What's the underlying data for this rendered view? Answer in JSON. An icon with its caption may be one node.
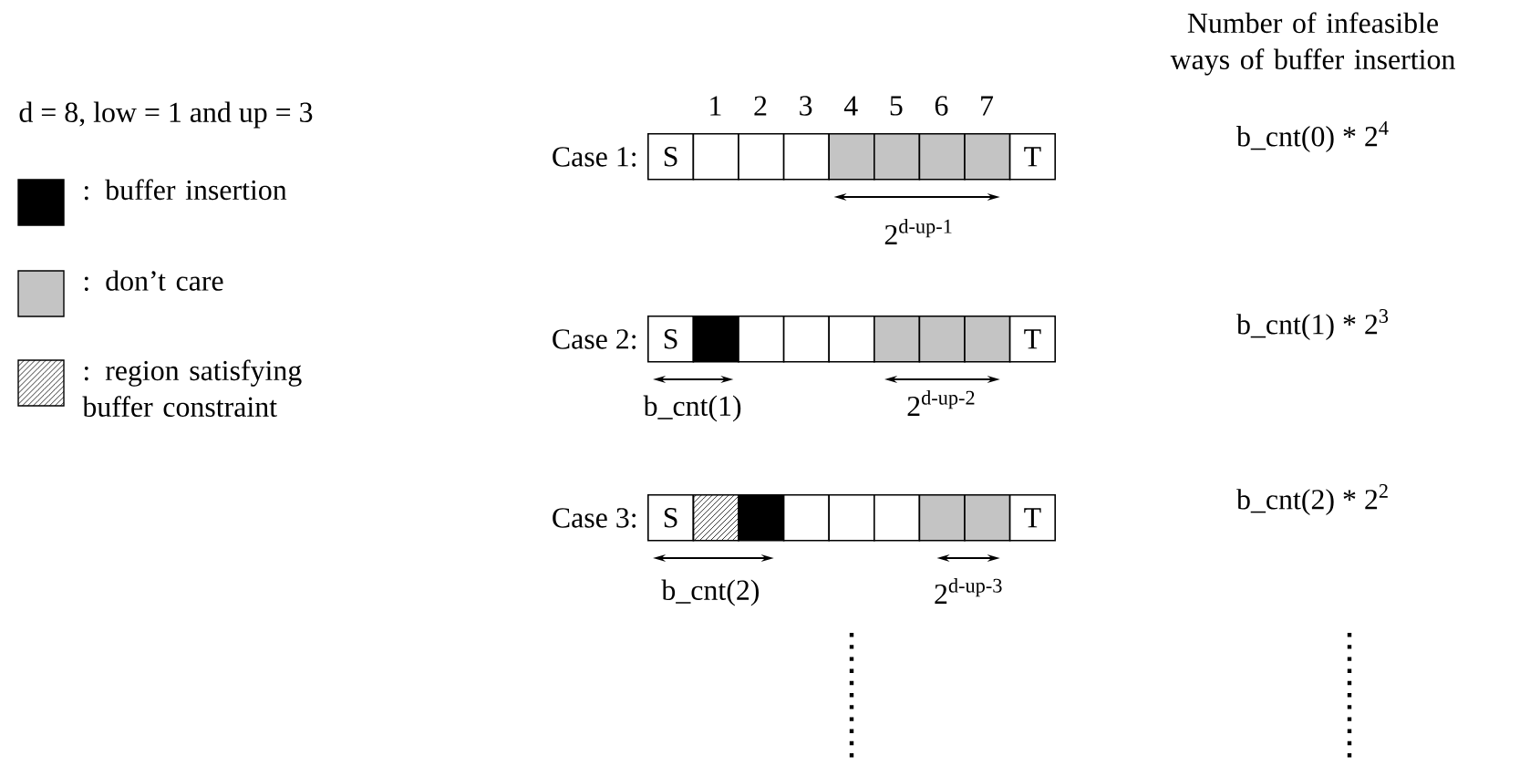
{
  "diagram": {
    "nodes": [
      {
        "text": [
          "S"
        ]
      },
      {
        "text": [],
        "shape": "box"
      },
      {
        "text": [],
        "shape": "box"
      },
      {
        "text": [],
        "shape": "box"
      },
      {
        "text": [],
        "shape": "box"
      },
      {
        "text": [],
        "shape": "box"
      },
      {
        "text": [],
        "shape": "box"
      },
      {
        "text": [],
        "shape": "box"
      },
      {
        "text": [
          "T"
        ]
      },
      {
        "text": [
          "S"
        ]
      },
      {
        "text": [],
        "shape": "box"
      },
      {
        "text": [],
        "shape": "box"
      },
      {
        "text": [],
        "shape": "box"
      },
      {
        "text": [],
        "shape": "box"
      },
      {
        "text": [],
        "shape": "box"
      },
      {
        "text": [],
        "shape": "box"
      },
      {
        "text": [],
        "shape": "box"
      },
      {
        "text": [
          "T"
        ]
      },
      {
        "text": [
          "S"
        ]
      },
      {
        "text": [],
        "shape": "box"
      },
      {
        "text": [],
        "shape": "box"
      },
      {
        "text": [],
        "shape": "box"
      },
      {
        "text": [],
        "shape": "box"
      },
      {
        "text": [],
        "shape": "box"
      },
      {
        "text": [],
        "shape": "box"
      },
      {
        "text": [],
        "shape": "box"
      },
      {
        "text": [
          "T"
        ]
      }
    ],
    "labels": [
      "Number of infeasible ways of buffer insertion",
      "d = 8, low = 1 and up = 3",
      "1",
      "2",
      "3",
      "4",
      "5",
      "6",
      "7",
      "Case 1:",
      "2$^{d-up-1}$",
      "b_cnt(0) * 2$^{4}$",
      "Case 2:",
      "b_cnt(1)",
      "2$^{d-up-2}$",
      "b_cnt(1) * 2$^{3}$",
      "Case 3:",
      "b_cnt(2)",
      "2$^{d-up-3}$",
      "b_cnt(2) * 2$^{2}$"
    ],
    "legend": [
      {
        "text": ": buffer insertion",
        "color": "#000000"
      },
      {
        "text": ": don’t care",
        "color": "#c4c4c4"
      },
      {
        "text": ": region satisfying buffer constraint"
      }
    ]
  }
}
